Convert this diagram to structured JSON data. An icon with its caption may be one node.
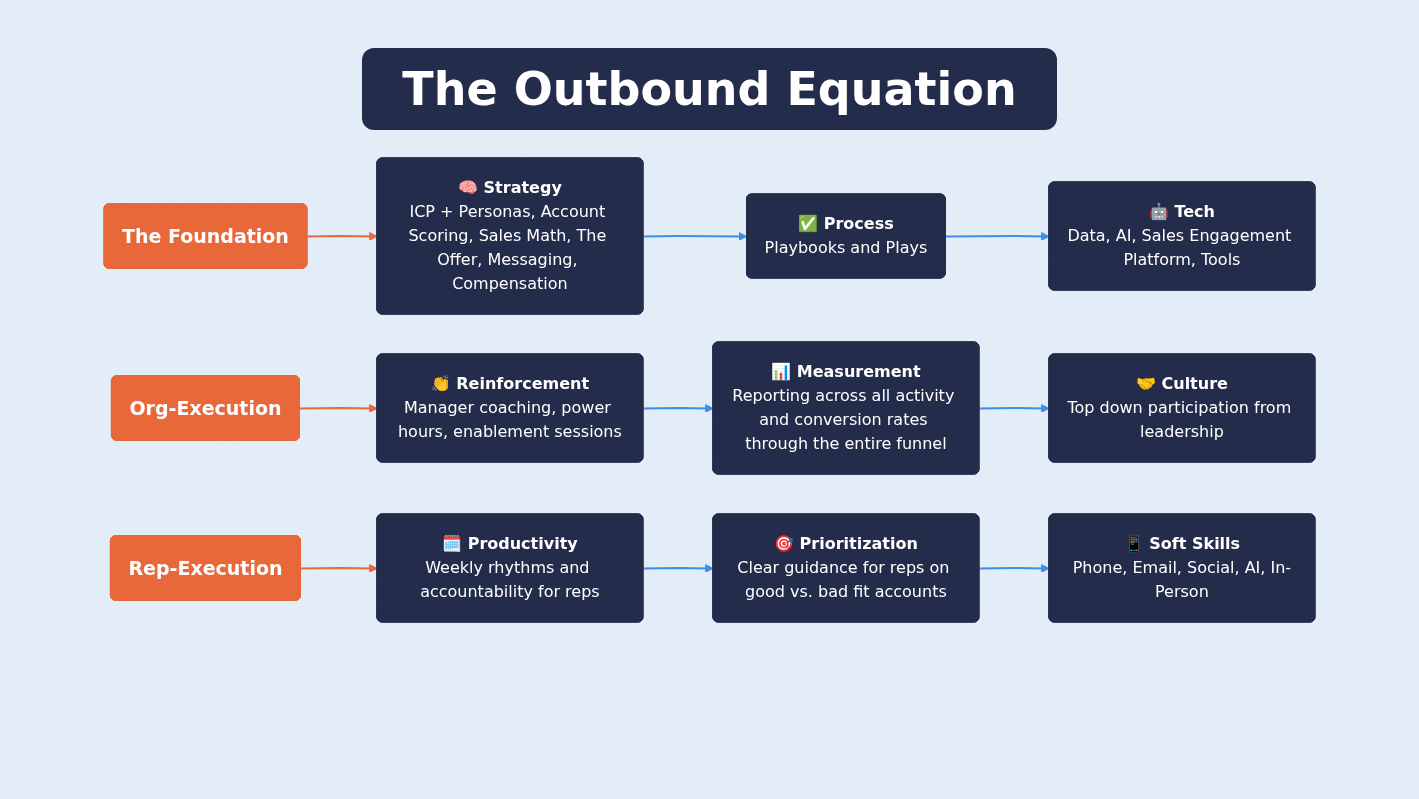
{
  "diagram": {
    "title": "The Outbound Equation",
    "nodes": [
      {
        "text": [
          "The Foundation"
        ]
      },
      {
        "text": [
          "🧠 Strategy",
          "ICP + Personas, Account Scoring, Sales Math, The Offer, Messaging, Compensation"
        ]
      },
      {
        "text": [
          "✅ Process",
          "Playbooks and Plays"
        ]
      },
      {
        "text": [
          "🤖 Tech",
          "Data, AI, Sales Engagement Platform, Tools"
        ]
      },
      {
        "text": [
          "Org-Execution"
        ]
      },
      {
        "text": [
          "👏 Reinforcement",
          "Manager coaching, power hours, enablement sessions"
        ]
      },
      {
        "text": [
          "📊 Measurement",
          "Reporting across all activity and conversion rates through the entire funnel"
        ]
      },
      {
        "text": [
          "🤝 Culture",
          "Top down participation from leadership"
        ]
      },
      {
        "text": [
          "Rep-Execution"
        ]
      },
      {
        "text": [
          "🗓️ Productivity",
          "Weekly rhythms and accountability for reps"
        ]
      },
      {
        "text": [
          "🎯 Prioritization",
          "Clear guidance for reps on good vs. bad fit accounts"
        ]
      },
      {
        "text": [
          "📱 Soft Skills",
          "Phone, Email, Social, AI, In-Person"
        ]
      }
    ],
    "edges": [
      {
        "from": 0,
        "to": 1,
        "arrow": "to",
        "color": "#e8683a"
      },
      {
        "from": 1,
        "to": 2,
        "arrow": "to"
      },
      {
        "from": 2,
        "to": 3,
        "arrow": "to"
      },
      {
        "from": 4,
        "to": 5,
        "arrow": "to",
        "color": "#e8683a"
      },
      {
        "from": 5,
        "to": 6,
        "arrow": "to"
      },
      {
        "from": 6,
        "to": 7,
        "arrow": "to"
      },
      {
        "from": 8,
        "to": 9,
        "arrow": "to",
        "color": "#e8683a"
      },
      {
        "from": 9,
        "to": 10,
        "arrow": "to"
      },
      {
        "from": 10,
        "to": 11,
        "arrow": "to"
      }
    ]
  }
}
